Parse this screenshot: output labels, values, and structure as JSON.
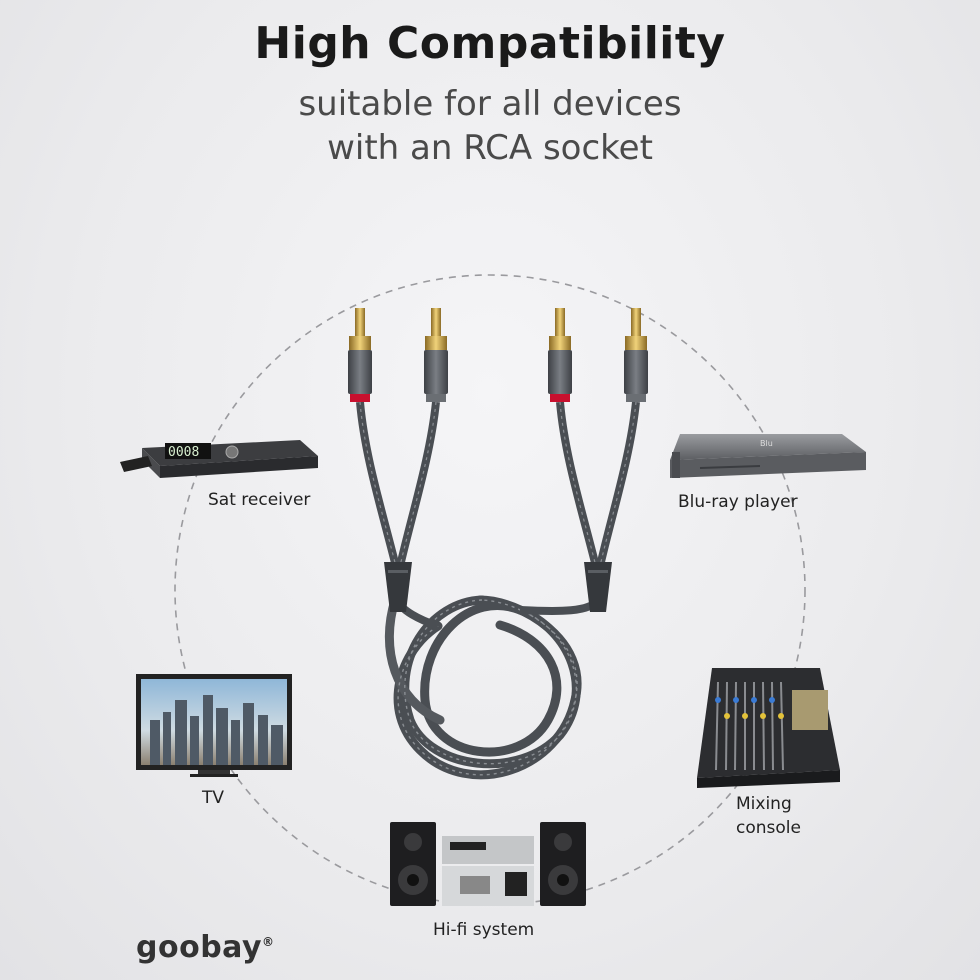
{
  "header": {
    "title": "High Compatibility",
    "subtitle_line1": "suitable for all devices",
    "subtitle_line2": "with an RCA socket"
  },
  "devices": {
    "sat_receiver": {
      "label": "Sat receiver",
      "display": "0008"
    },
    "bluray": {
      "label": "Blu-ray player"
    },
    "tv": {
      "label": "TV"
    },
    "mixing": {
      "label_line1": "Mixing",
      "label_line2": "console"
    },
    "hifi": {
      "label": "Hi-fi system"
    }
  },
  "brand": {
    "logo": "goobay",
    "registered": "®"
  },
  "colors": {
    "accent_red": "#c8102e",
    "cable_gray": "#5a5e63",
    "gold": "#c9a44a"
  }
}
